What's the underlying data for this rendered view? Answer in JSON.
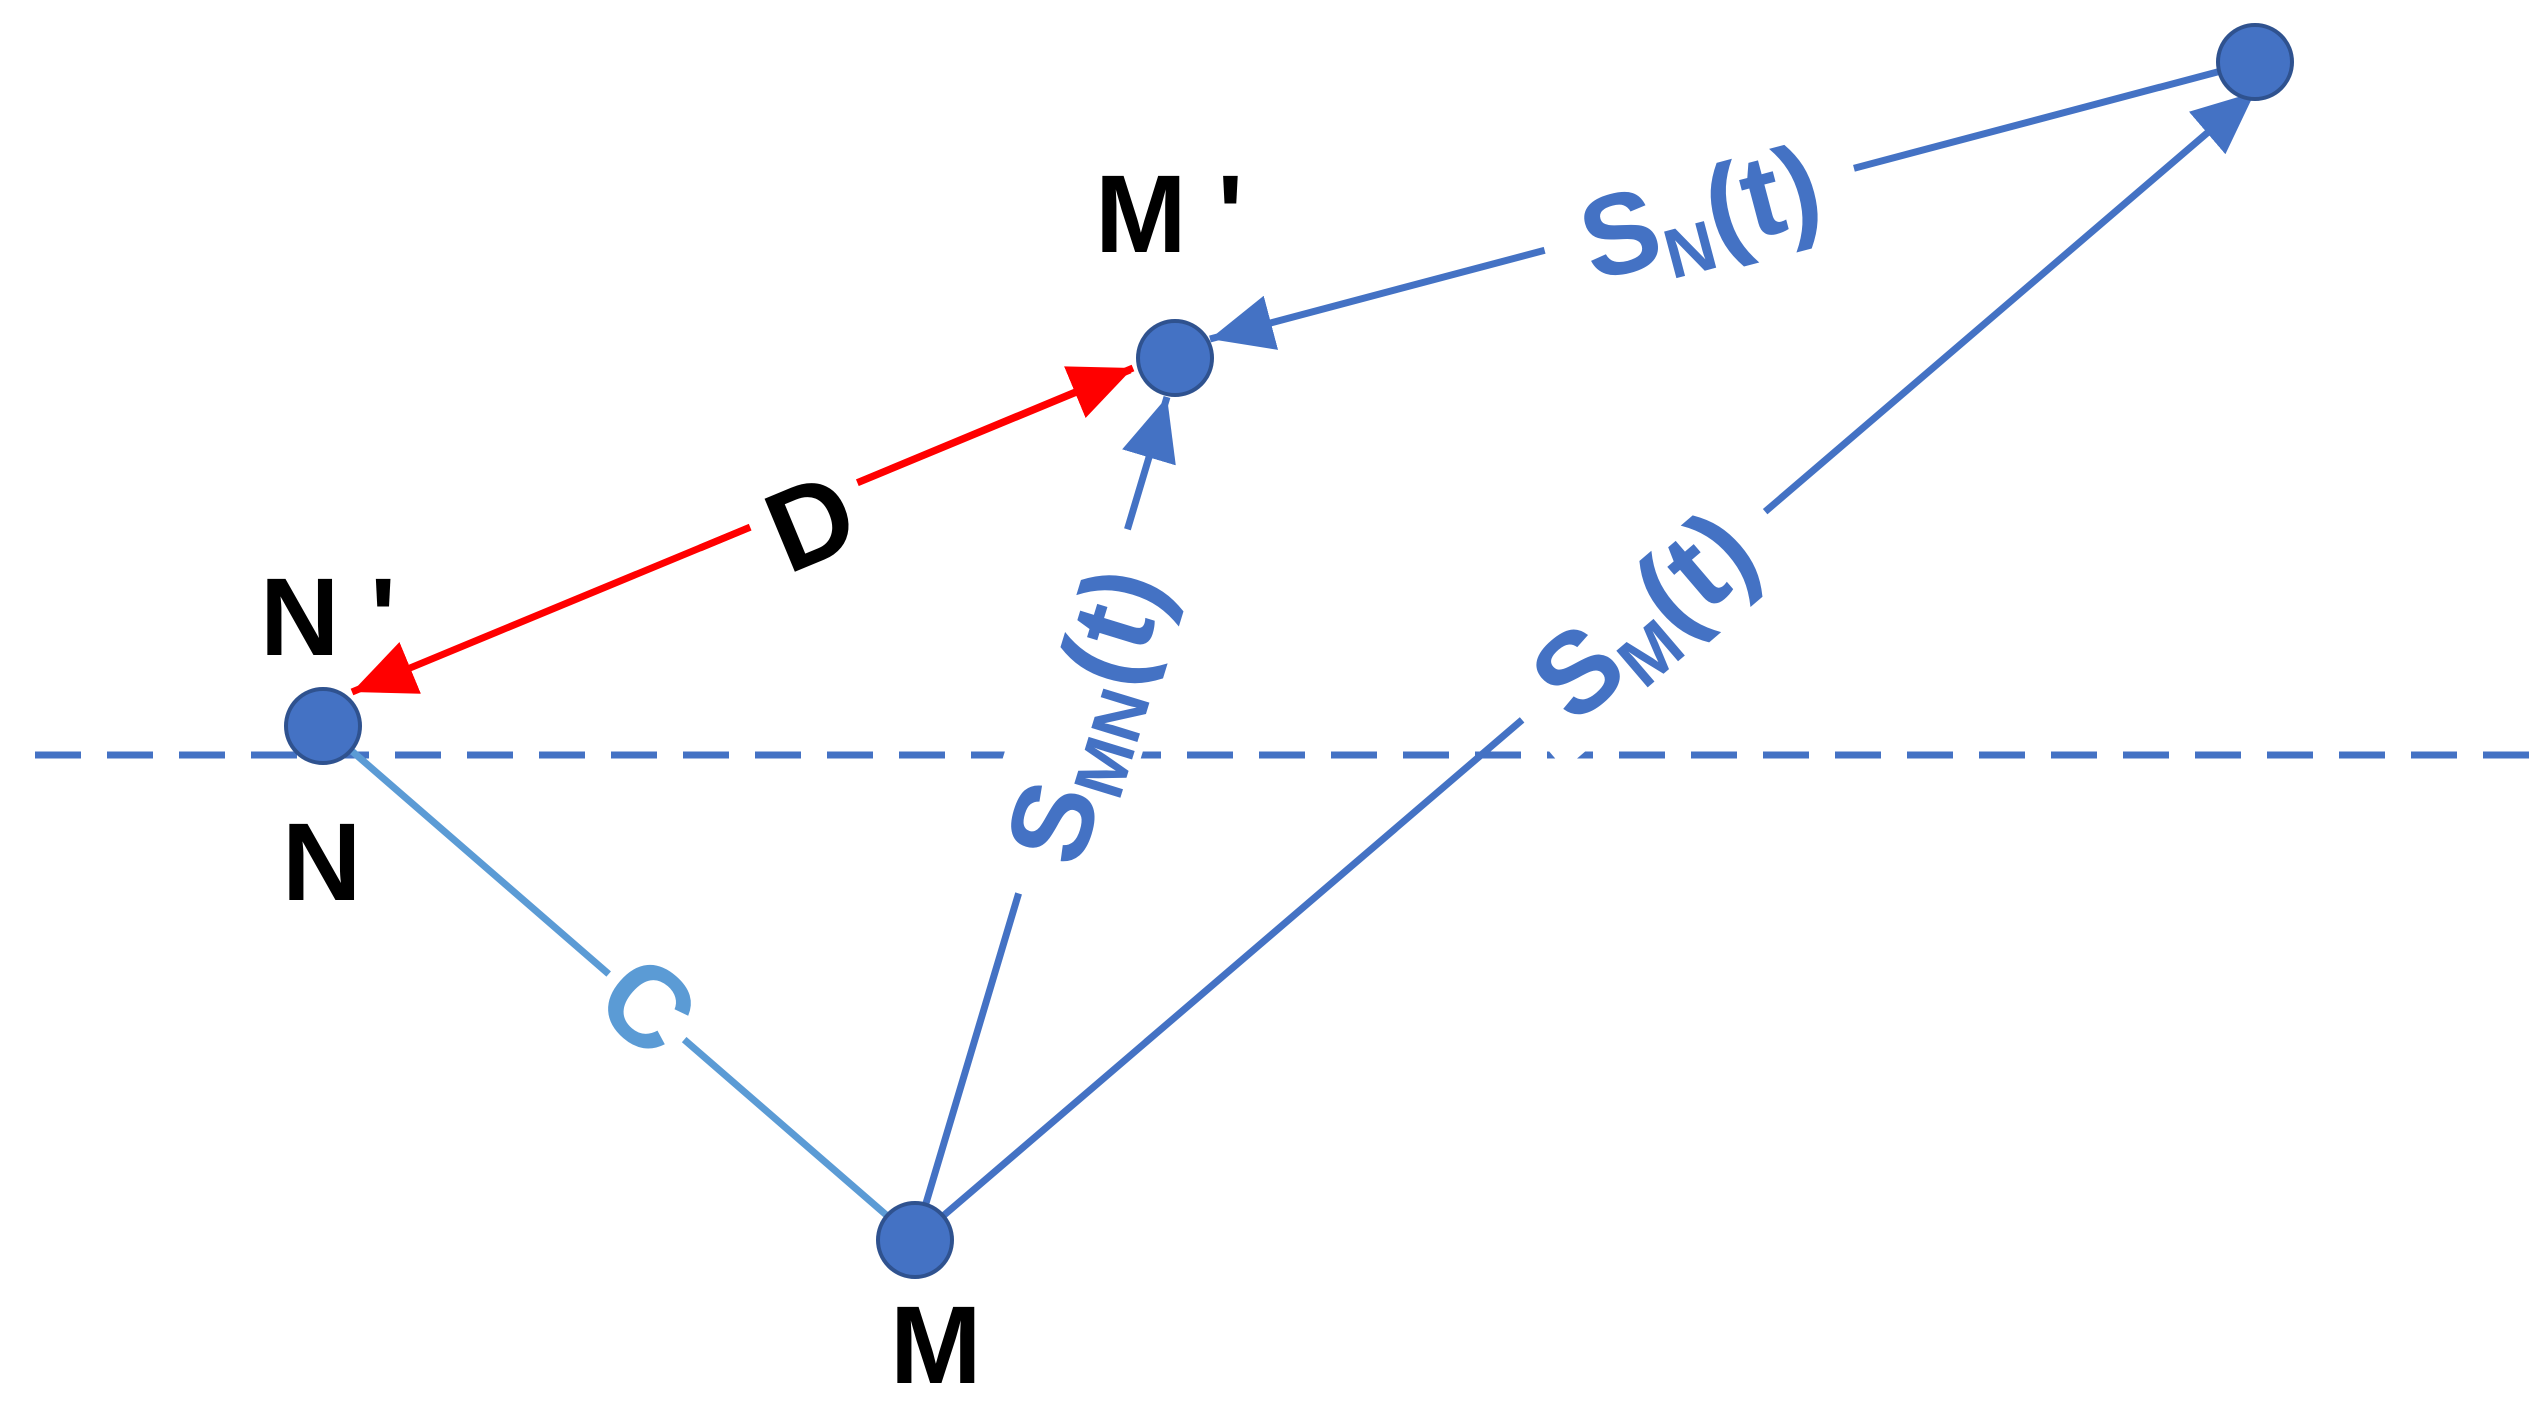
{
  "colors": {
    "blue": "#4472C4",
    "light_blue": "#5B9BD5",
    "red": "#FF0000",
    "label_black": "#000000",
    "node_fill": "#4472C4",
    "node_stroke": "#2F528F"
  },
  "points": {
    "n_prime": {
      "label": "N '"
    },
    "n": {
      "label": "N"
    },
    "m": {
      "label": "M"
    },
    "m_prime": {
      "label": "M '"
    }
  },
  "edges": {
    "c": {
      "label": "C"
    },
    "d": {
      "label": "D"
    },
    "smn": {
      "main": "S",
      "sub": "MN",
      "suffix": "(t)"
    },
    "sm": {
      "main": "S",
      "sub": "M",
      "suffix": "(t)"
    },
    "sn": {
      "main": "S",
      "sub": "N",
      "suffix": "(t)"
    }
  }
}
